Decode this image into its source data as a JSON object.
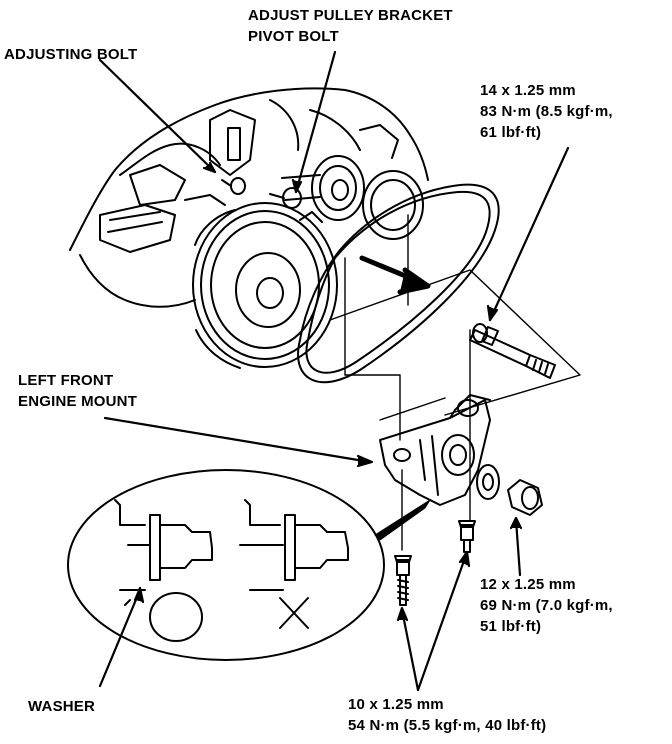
{
  "labels": {
    "adjust_pulley": [
      "ADJUST PULLEY BRACKET",
      "PIVOT BOLT"
    ],
    "adjusting_bolt": "ADJUSTING BOLT",
    "spec_14": [
      "14 x 1.25 mm",
      "83 N·m (8.5 kgf·m,",
      "61 lbf·ft)"
    ],
    "left_front": [
      "LEFT FRONT",
      "ENGINE MOUNT"
    ],
    "spec_12": [
      "12 x 1.25 mm",
      "69 N·m (7.0 kgf·m,",
      "51 lbf·ft)"
    ],
    "washer": "WASHER",
    "spec_10": [
      "10 x 1.25 mm",
      "54 N·m (5.5 kgf·m, 40 lbf·ft)"
    ]
  }
}
